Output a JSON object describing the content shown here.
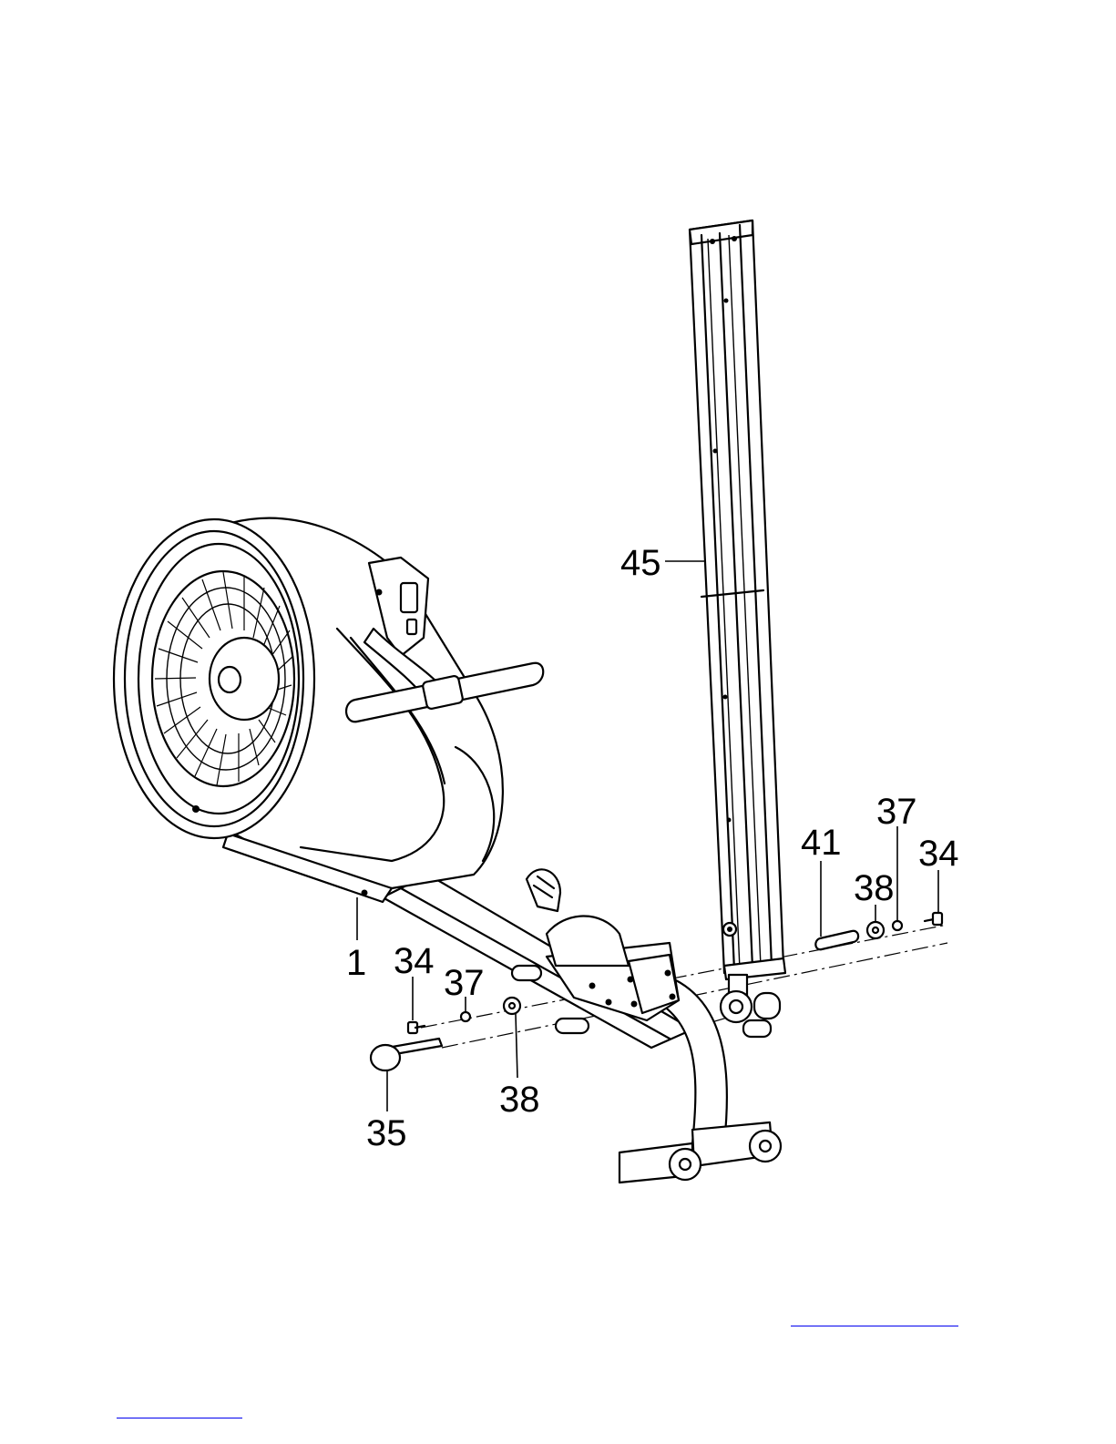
{
  "diagram": {
    "part_labels": {
      "p45": "45",
      "p1": "1",
      "p34_left": "34",
      "p37_left": "37",
      "p38_left": "38",
      "p35": "35",
      "p41": "41",
      "p38_right": "38",
      "p37_right": "37",
      "p34_right": "34"
    }
  },
  "colors": {
    "line": "#000000",
    "background": "#ffffff",
    "link_underline": "#0000ee"
  }
}
